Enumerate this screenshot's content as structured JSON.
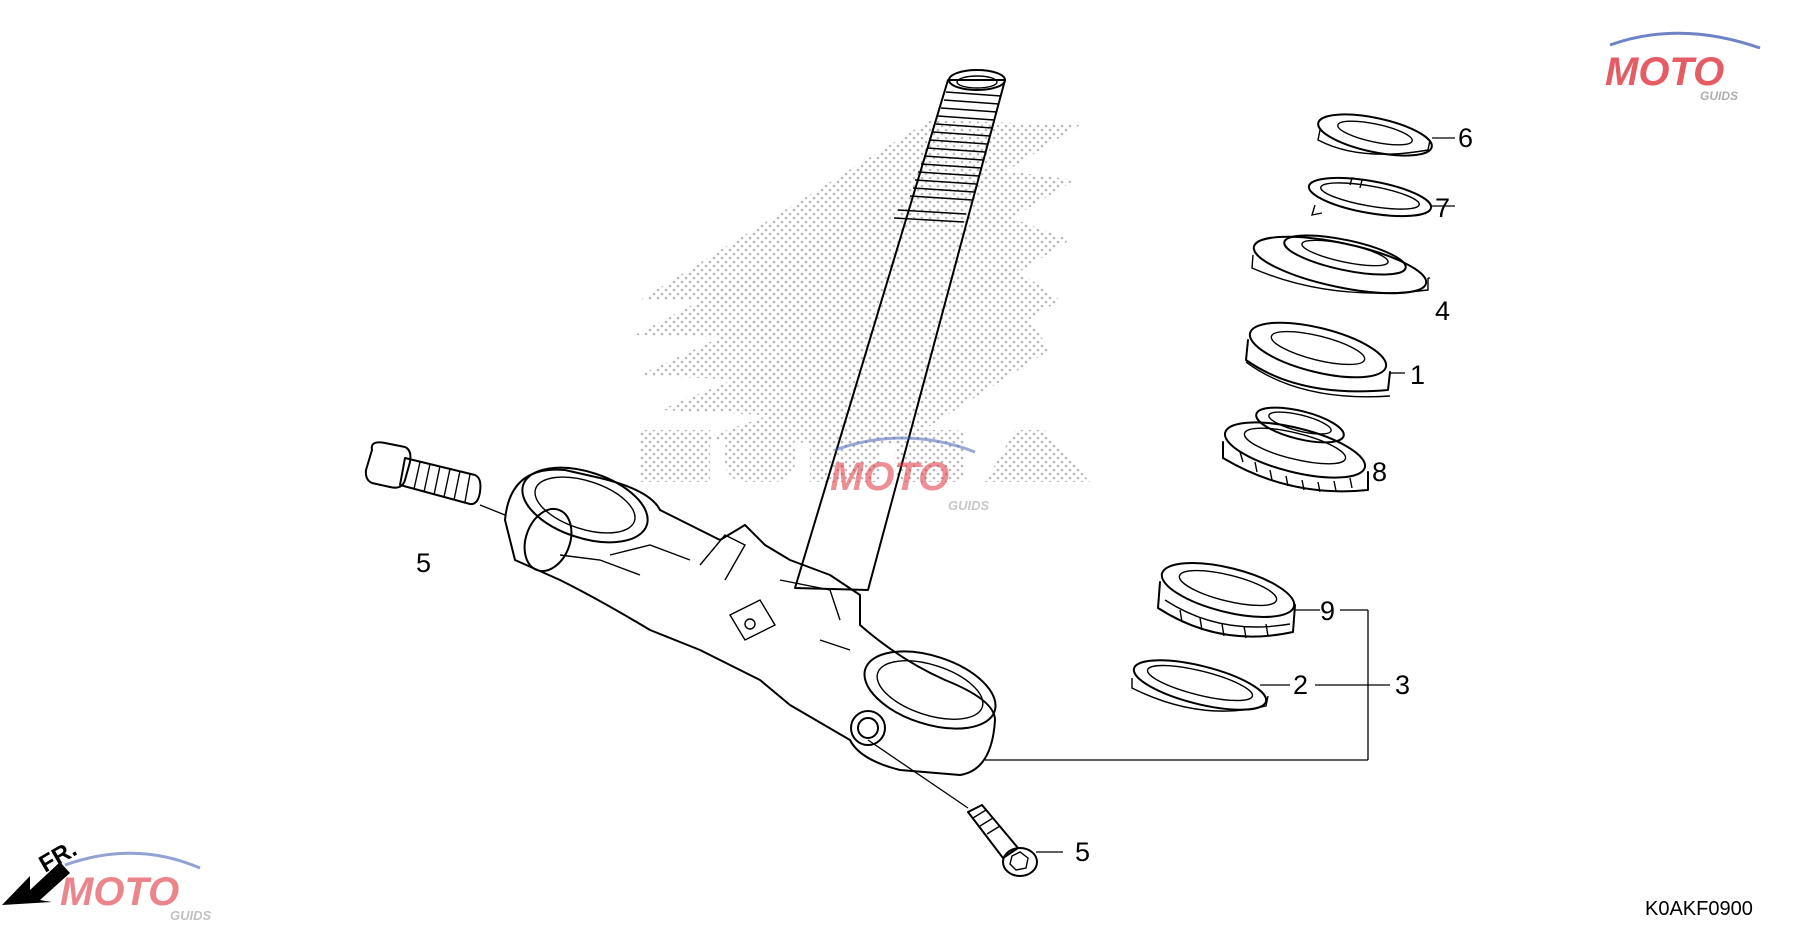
{
  "diagram_code": "K0AKF0900",
  "front_marker": "FR.",
  "callouts": {
    "c1": "1",
    "c2": "2",
    "c3": "3",
    "c4": "4",
    "c5a": "5",
    "c5b": "5",
    "c6": "6",
    "c7": "7",
    "c8": "8",
    "c9": "9"
  },
  "watermark": {
    "brand": "MOTO",
    "sub": "GUIDS",
    "background_logo": "HONDA",
    "colors": {
      "red": "#e0343f",
      "blue": "#4a63b8",
      "gray": "#9a9a9a"
    }
  },
  "icons": [
    "wing-logo-icon",
    "front-arrow-icon"
  ]
}
